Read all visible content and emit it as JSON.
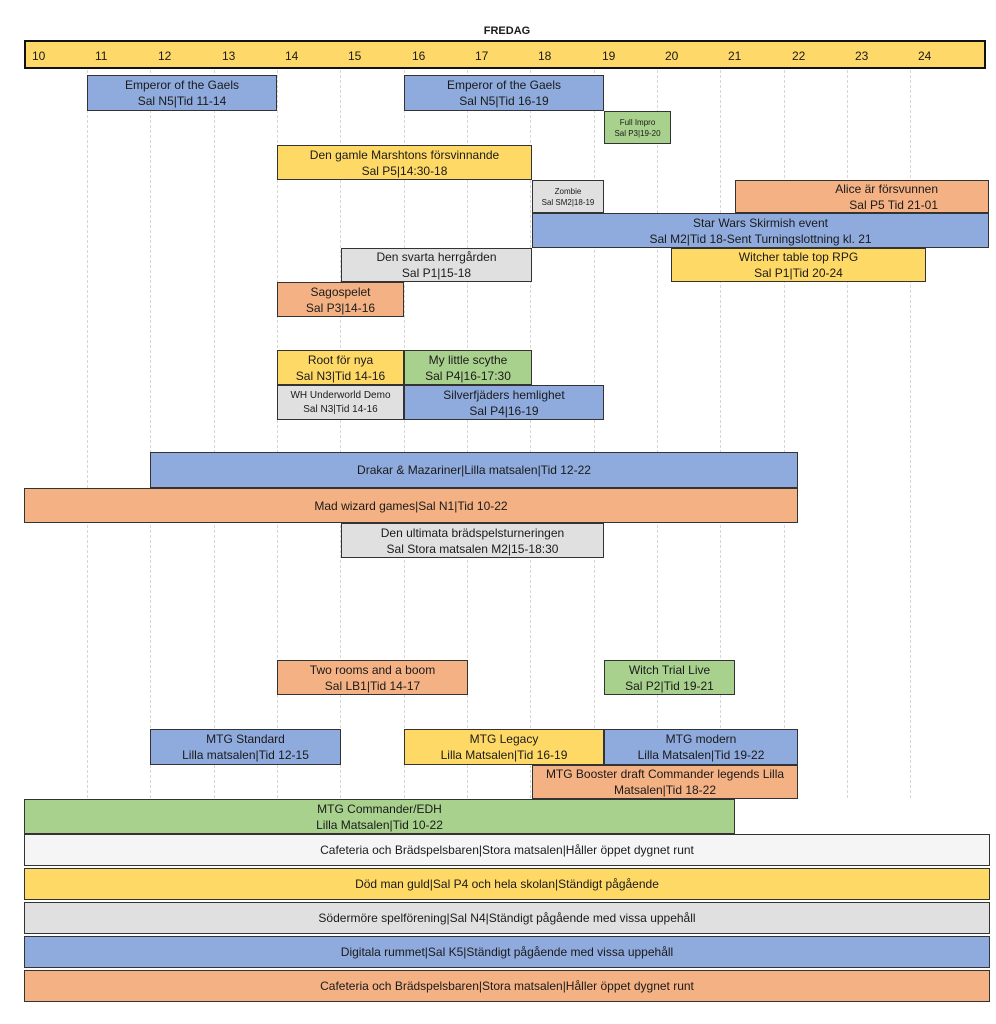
{
  "title": "FREDAG",
  "hours": [
    "10",
    "11",
    "12",
    "13",
    "14",
    "15",
    "16",
    "17",
    "18",
    "19",
    "20",
    "21",
    "22",
    "23",
    "24"
  ],
  "colors": {
    "blue": "#8faadc",
    "yellow": "#ffd966",
    "orange": "#f4b183",
    "grey": "#e0e0e0",
    "green": "#a9d18e",
    "header": "#fed869"
  },
  "events": [
    {
      "l1": "Emperor of the Gaels",
      "l2": "Sal N5|Tid 11-14",
      "color": "blue",
      "start": 11,
      "end": 14
    },
    {
      "l1": "Emperor of the Gaels",
      "l2": "Sal N5|Tid 16-19",
      "color": "blue",
      "start": 16,
      "end": 19
    },
    {
      "l1": "Full Impro",
      "l2": "Sal P3|19-20",
      "color": "green",
      "start": 19,
      "end": 20
    },
    {
      "l1": "Den gamle Marshtons försvinnande",
      "l2": "Sal P5|14:30-18",
      "color": "yellow",
      "start": 14,
      "end": 18
    },
    {
      "l1": "Zombie",
      "l2": "Sal SM2|18-19",
      "color": "grey",
      "start": 18,
      "end": 19
    },
    {
      "l1": "Alice är försvunnen",
      "l2": "Sal P5 Tid 21-01",
      "color": "orange",
      "start": 21,
      "end": 25
    },
    {
      "l1": "Star Wars Skirmish event",
      "l2": "Sal M2|Tid 18-Sent Turningslottning kl. 21",
      "color": "blue",
      "start": 18,
      "end": 25
    },
    {
      "l1": "Den svarta herrgården",
      "l2": "Sal P1|15-18",
      "color": "grey",
      "start": 15,
      "end": 18
    },
    {
      "l1": "Witcher table top RPG",
      "l2": "Sal P1|Tid 20-24",
      "color": "yellow",
      "start": 20,
      "end": 24
    },
    {
      "l1": "Sagospelet",
      "l2": "Sal P3|14-16",
      "color": "orange",
      "start": 14,
      "end": 16
    },
    {
      "l1": "Root för nya",
      "l2": "Sal N3|Tid 14-16",
      "color": "yellow",
      "start": 14,
      "end": 16
    },
    {
      "l1": "My little scythe",
      "l2": "Sal P4|16-17:30",
      "color": "green",
      "start": 16,
      "end": 18
    },
    {
      "l1": "WH Underworld Demo",
      "l2": "Sal N3|Tid 14-16",
      "color": "grey",
      "start": 14,
      "end": 16
    },
    {
      "l1": "Silverfjäders hemlighet",
      "l2": "Sal P4|16-19",
      "color": "blue",
      "start": 16,
      "end": 19
    },
    {
      "l1": "Drakar & Mazariner|Lilla matsalen|Tid 12-22",
      "l2": "",
      "color": "blue",
      "start": 12,
      "end": 22
    },
    {
      "l1": "Mad wizard games|Sal N1|Tid 10-22",
      "l2": "",
      "color": "orange",
      "start": 10,
      "end": 22
    },
    {
      "l1": "Den ultimata brädspelsturneringen",
      "l2": "Sal Stora matsalen M2|15-18:30",
      "color": "grey",
      "start": 15,
      "end": 19
    },
    {
      "l1": "Two rooms and a boom",
      "l2": "Sal LB1|Tid 14-17",
      "color": "orange",
      "start": 14,
      "end": 17
    },
    {
      "l1": "Witch Trial Live",
      "l2": "Sal P2|Tid 19-21",
      "color": "green",
      "start": 19,
      "end": 21
    },
    {
      "l1": "MTG Standard",
      "l2": "Lilla matsalen|Tid 12-15",
      "color": "blue",
      "start": 12,
      "end": 15
    },
    {
      "l1": "MTG Legacy",
      "l2": "Lilla Matsalen|Tid 16-19",
      "color": "yellow",
      "start": 16,
      "end": 19
    },
    {
      "l1": "MTG modern",
      "l2": "Lilla Matsalen|Tid 19-22",
      "color": "blue",
      "start": 19,
      "end": 22
    },
    {
      "l1": "MTG Booster draft Commander legends Lilla",
      "l2": "Matsalen|Tid 18-22",
      "color": "orange",
      "start": 18,
      "end": 22
    },
    {
      "l1": "MTG Commander/EDH",
      "l2": "Lilla Matsalen|Tid 10-22",
      "color": "green",
      "start": 10,
      "end": 21
    }
  ],
  "ongoing": [
    {
      "label": "Cafeteria och Brädspelsbaren|Stora matsalen|Håller öppet dygnet runt",
      "color": "white"
    },
    {
      "label": "Död man guld|Sal P4 och hela skolan|Ständigt pågående",
      "color": "yellow"
    },
    {
      "label": "Södermöre spelförening|Sal N4|Ständigt pågående med vissa uppehåll",
      "color": "grey"
    },
    {
      "label": "Digitala rummet|Sal K5|Ständigt pågående med vissa uppehåll",
      "color": "blue"
    },
    {
      "label": "Cafeteria och Brädspelsbaren|Stora matsalen|Håller öppet dygnet runt",
      "color": "orange"
    }
  ]
}
